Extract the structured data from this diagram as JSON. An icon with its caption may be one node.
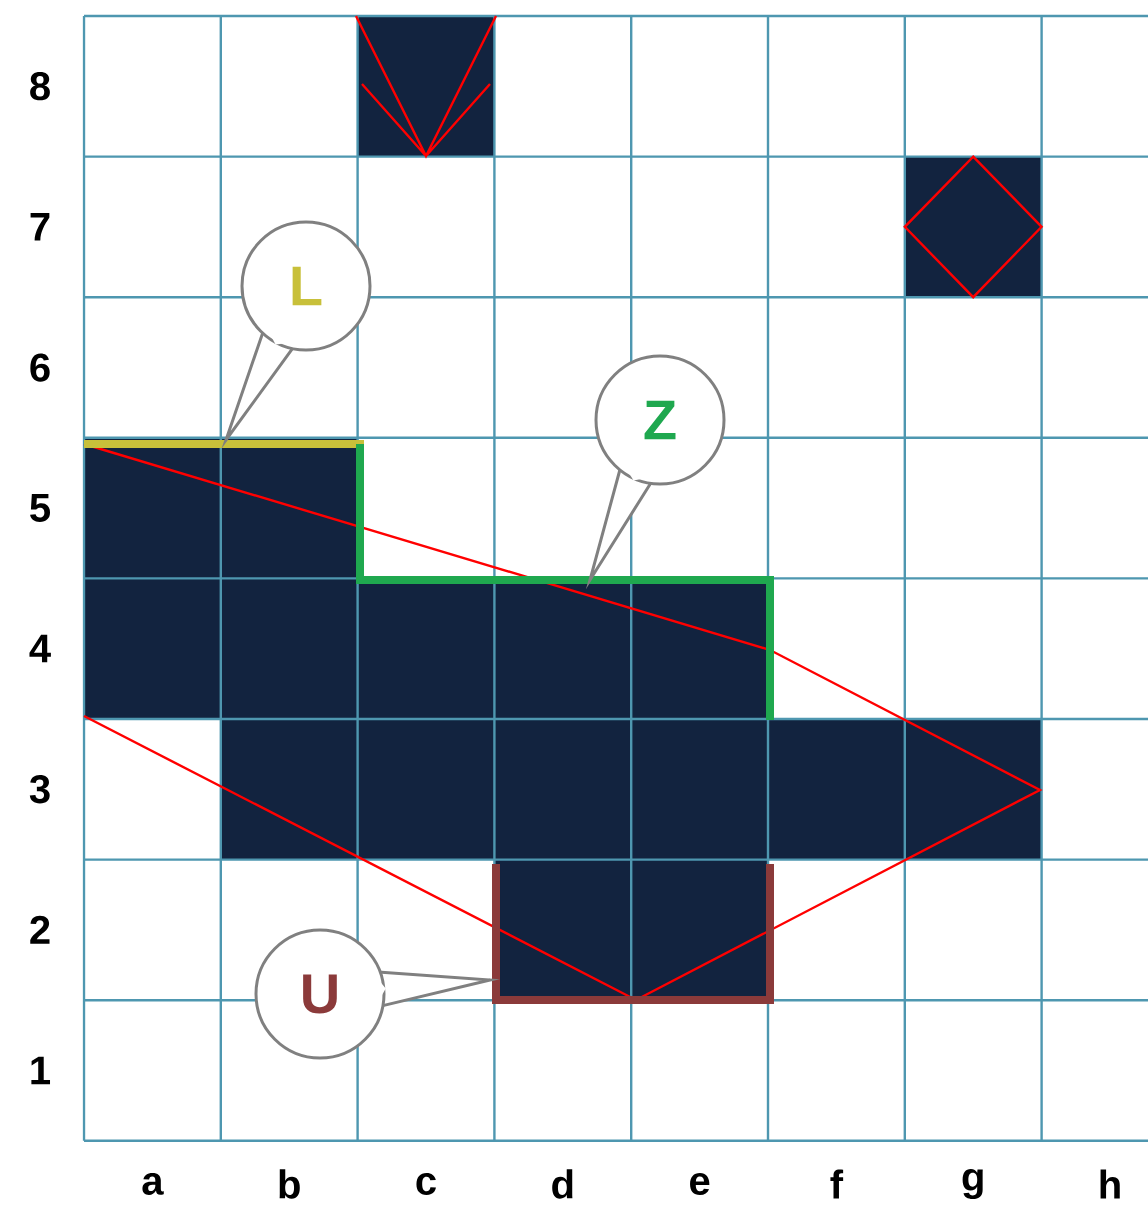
{
  "diagram": {
    "nodes": [
      {
        "text": [
          "L"
        ]
      },
      {
        "text": [
          "Z"
        ]
      },
      {
        "text": [
          "U"
        ]
      }
    ],
    "labels": [
      "8",
      "7",
      "6",
      "5",
      "4",
      "3",
      "2",
      "1",
      "a",
      "b",
      "c",
      "d",
      "e",
      "f",
      "g",
      "h"
    ]
  }
}
